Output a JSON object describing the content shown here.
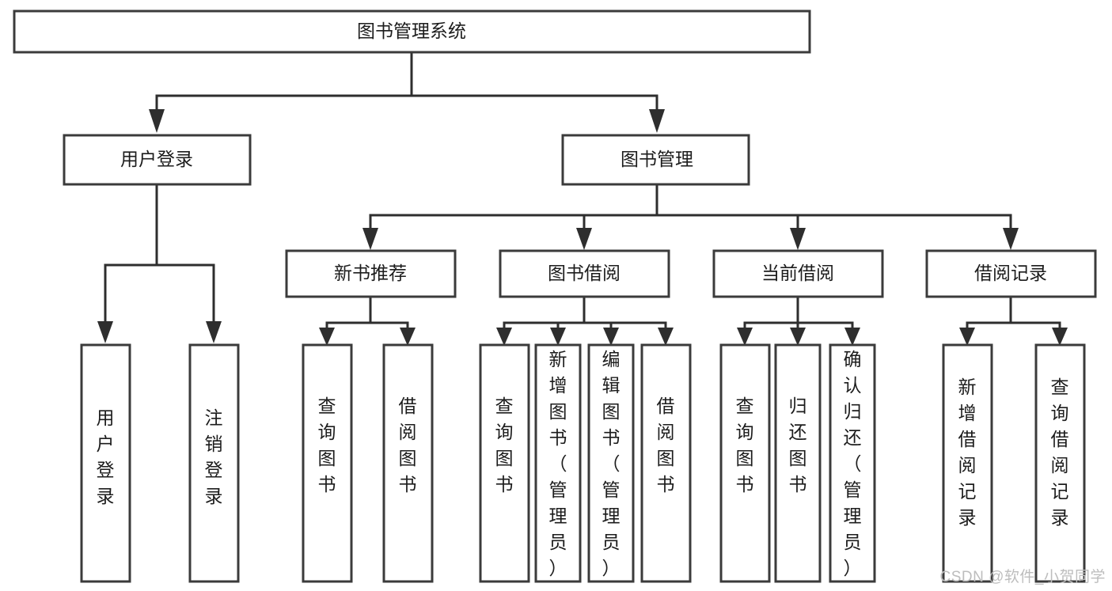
{
  "diagram": {
    "title": "图书管理系统",
    "type": "tree-hierarchy",
    "background_color": "#ffffff",
    "line_color": "#2e2e2e",
    "box_border_color": "#3b3b3b",
    "box_fill_color": "#ffffff",
    "text_color": "#1c1c1c"
  },
  "root": {
    "label": "图书管理系统"
  },
  "level1": [
    {
      "label": "用户登录"
    },
    {
      "label": "图书管理"
    }
  ],
  "level2": [
    {
      "label": "新书推荐"
    },
    {
      "label": "图书借阅"
    },
    {
      "label": "当前借阅"
    },
    {
      "label": "借阅记录"
    }
  ],
  "leaves": {
    "user_login": [
      {
        "label": "用户登录"
      },
      {
        "label": "注销登录"
      }
    ],
    "new_book_recommend": [
      {
        "label": "查询图书"
      },
      {
        "label": "借阅图书"
      }
    ],
    "book_borrow": [
      {
        "label": "查询图书"
      },
      {
        "label": "新增图书（管理员）"
      },
      {
        "label": "编辑图书（管理员）"
      },
      {
        "label": "借阅图书"
      }
    ],
    "current_borrow": [
      {
        "label": "查询图书"
      },
      {
        "label": "归还图书"
      },
      {
        "label": "确认归还（管理员）"
      }
    ],
    "borrow_record": [
      {
        "label": "新增借阅记录"
      },
      {
        "label": "查询借阅记录"
      }
    ]
  },
  "watermark": {
    "text": "CSDN @软件_小贺同学"
  }
}
